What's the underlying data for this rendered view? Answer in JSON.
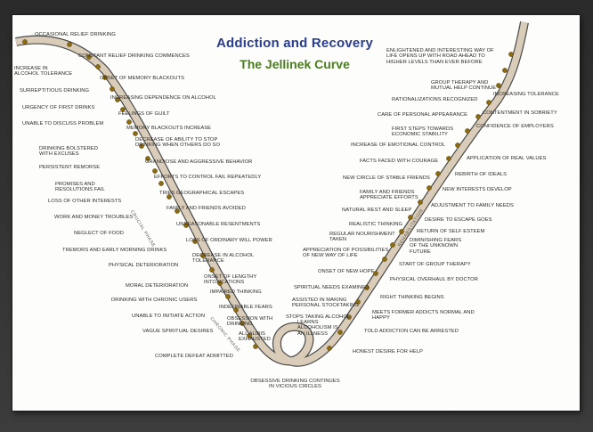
{
  "header": {
    "title": "Addiction and Recovery",
    "subtitle": "The Jellinek Curve"
  },
  "colors": {
    "band": "#d9ccb8",
    "band_edge": "#4a4a4a",
    "dot": "#8b6a14",
    "title": "#2a3d8f",
    "subtitle": "#4a7d1f"
  },
  "phases": {
    "crucial": "Crucial Phase",
    "chronic": "Chronic Phase",
    "rehabilitation": "Rehabilitation"
  },
  "left_labels": [
    "Occasional relief drinking",
    "Constant relief drinking commences",
    "Increase in\nalcohol tolerance",
    "Onset of memory blackouts",
    "Surreptitious drinking",
    "Increasing dependence on alcohol",
    "Urgency of first drinks",
    "Feelings of guilt",
    "Unable to discuss problem",
    "Memory blackouts increase",
    "Decrease of ability to stop\ndrinking when others do so",
    "Drinking bolstered\nwith excuses",
    "Grandiose and aggressive behavior",
    "Persistent remorse",
    "Efforts to control fail repeatedly",
    "Promises and\nresolutions fail",
    "Tries geographical escapes",
    "Loss of other interests",
    "Family and friends avoided",
    "Work and money troubles",
    "Unreasonable resentments",
    "Neglect of food",
    "Loss of ordinary will power",
    "Tremors and early morning drinks",
    "Decrease in alcohol\ntolerance",
    "Physical deterioration",
    "Onset of lengthy\nintoxications",
    "Moral deterioration",
    "Impaired thinking",
    "Drinking with chronic users",
    "Indefinable fears",
    "Unable to initiate action",
    "Obsession with\ndrinking",
    "Vague spiritual desires",
    "All alibis\nexhausted",
    "Complete defeat admitted",
    "Obsessive drinking continues\nin vicious circles"
  ],
  "right_labels": [
    "Enlightened and interesting way of\nlife opens up with road ahead to\nhigher levels than ever before",
    "Group therapy and\nmutual help continue",
    "Rationalizations recognized",
    "Increasing tolerance",
    "Care of personal appearance",
    "Contentment in sobriety",
    "First steps towards\neconomic stability",
    "Confidence of employers",
    "Increase of emotional control",
    "Application of real values",
    "Facts faced with courage",
    "Rebirth of ideals",
    "New circle of stable friends",
    "New interests develop",
    "Family and friends\nappreciate efforts",
    "Adjustment to family needs",
    "Natural rest and sleep",
    "Desire to escape goes",
    "Realistic thinking",
    "Return of self esteem",
    "Regular nourishment\ntaken",
    "Diminishing fears\nof the unknown\nfuture",
    "Appreciation of possibilities\nof new way of life",
    "Start of group therapy",
    "Onset of new hope",
    "Physical overhaul by doctor",
    "Spiritual needs examined",
    "Right thinking begins",
    "Assisted in making\npersonal stocktaking",
    "Meets former addicts normal and\nhappy",
    "Stops taking alcohol",
    "Told addiction can be arrested",
    "Learns\nalcoholism is\nan illness",
    "Honest desire for help"
  ]
}
